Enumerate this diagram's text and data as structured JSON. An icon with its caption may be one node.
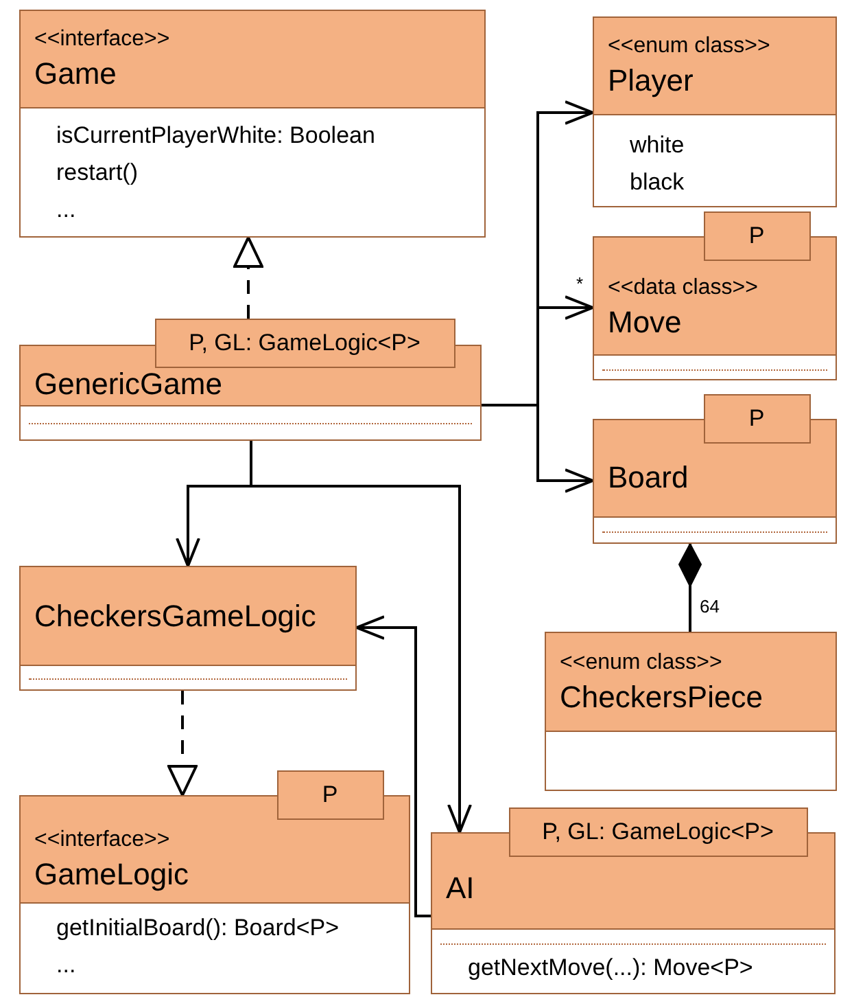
{
  "diagram": {
    "nodes": [
      {
        "text": [
          "<<interface>>",
          "Game",
          "isCurrentPlayerWhite: Boolean",
          "restart()",
          "..."
        ]
      },
      {
        "text": [
          "<<enum class>>",
          "Player",
          "white",
          "black"
        ]
      },
      {
        "text": [
          "P, GL: GameLogic<P>",
          "GenericGame"
        ]
      },
      {
        "text": [
          "P",
          "<<data class>>",
          "Move"
        ]
      },
      {
        "text": [
          "P",
          "Board"
        ]
      },
      {
        "text": [
          "CheckersGameLogic"
        ]
      },
      {
        "text": [
          "<<enum class>>",
          "CheckersPiece"
        ]
      },
      {
        "text": [
          "P",
          "<<interface>>",
          "GameLogic",
          "getInitialBoard(): Board<P>",
          "..."
        ]
      },
      {
        "text": [
          "P, GL: GameLogic<P>",
          "AI",
          "getNextMove(...): Move<P>"
        ]
      }
    ],
    "edges": [
      {
        "from": 2,
        "to": 0,
        "arrow": "to",
        "style": "dashed"
      },
      {
        "from": 2,
        "to": 1,
        "arrow": "to"
      },
      {
        "from": 2,
        "to": 3,
        "arrow": "to",
        "label": "*"
      },
      {
        "from": 2,
        "to": 4,
        "arrow": "to"
      },
      {
        "from": 2,
        "to": 5,
        "arrow": "to"
      },
      {
        "from": 2,
        "to": 8,
        "arrow": "to"
      },
      {
        "from": 8,
        "to": 5,
        "arrow": "to"
      },
      {
        "from": 5,
        "to": 7,
        "arrow": "to",
        "style": "dashed"
      },
      {
        "from": 4,
        "to": 6,
        "arrow": "other",
        "label": "64"
      }
    ]
  }
}
